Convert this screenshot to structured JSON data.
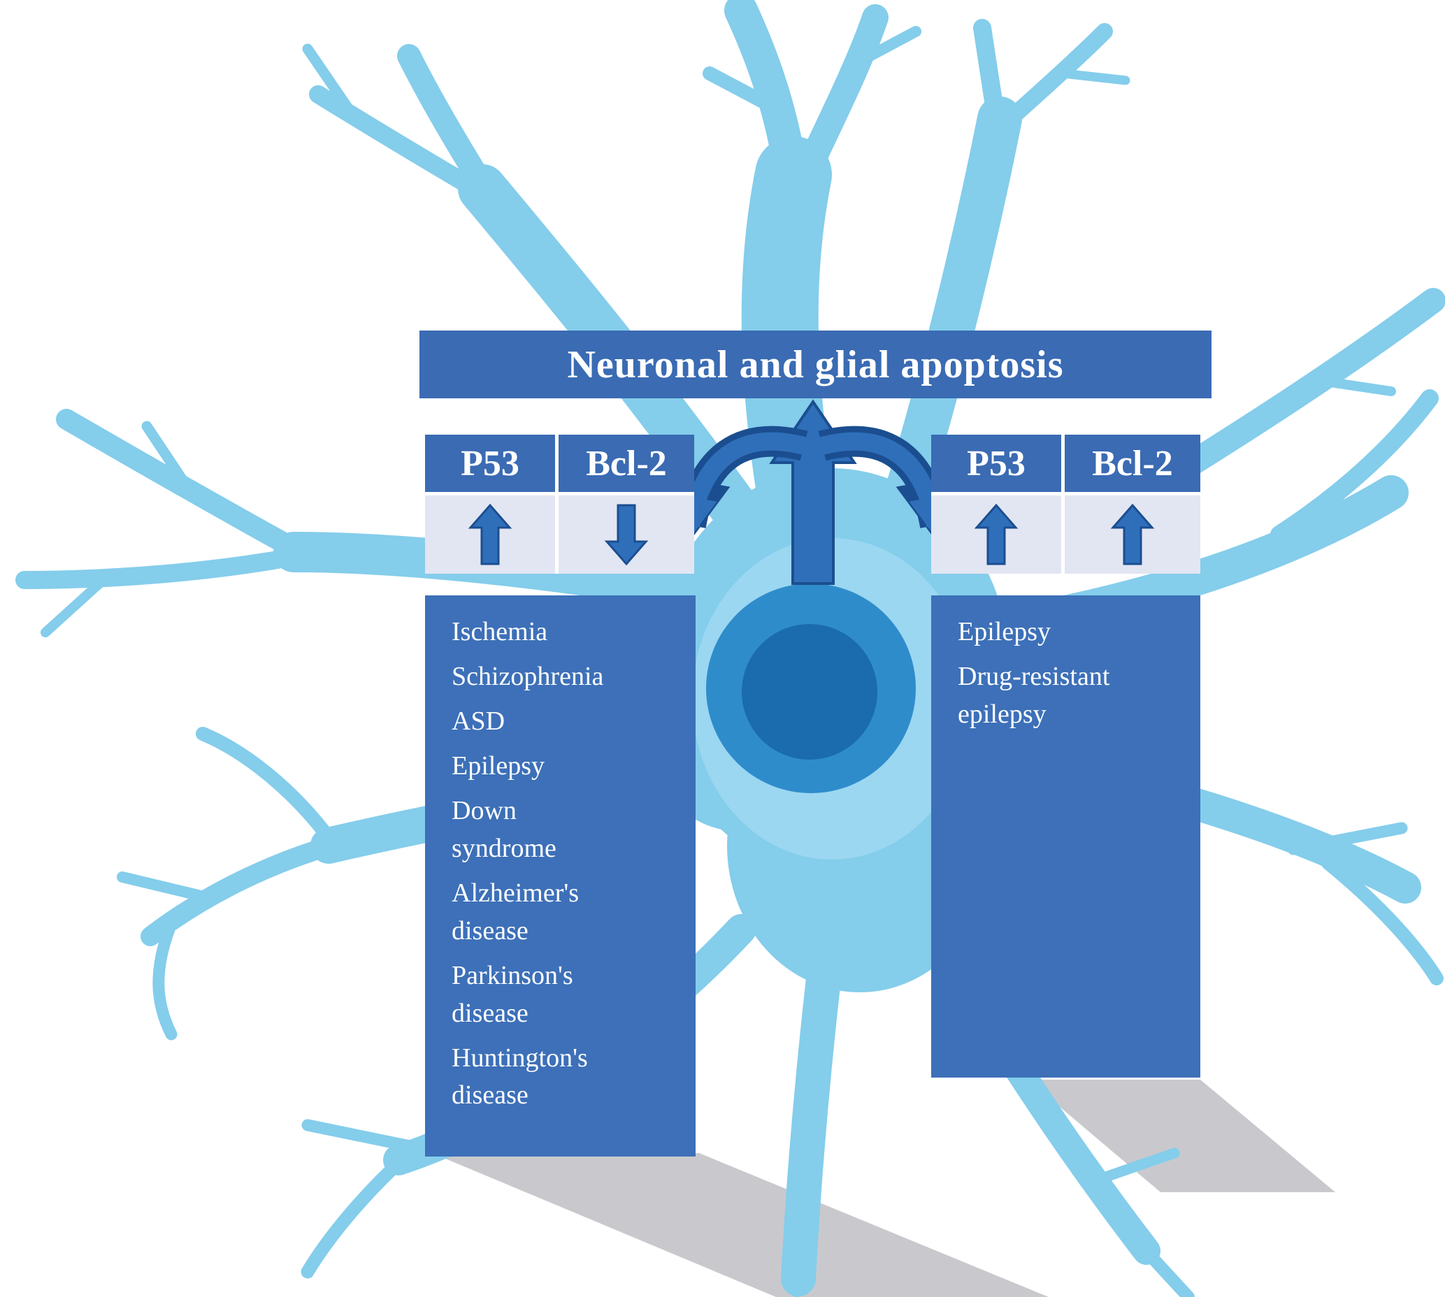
{
  "title": "Neuronal and glial apoptosis",
  "left_panel": {
    "markers": [
      {
        "label": "P53",
        "direction": "up"
      },
      {
        "label": "Bcl-2",
        "direction": "down"
      }
    ],
    "diseases": [
      "Ischemia",
      "Schizophrenia",
      "ASD",
      "Epilepsy",
      "Down syndrome",
      "Alzheimer's disease",
      "Parkinson's disease",
      "Huntington's disease"
    ]
  },
  "right_panel": {
    "markers": [
      {
        "label": "P53",
        "direction": "up"
      },
      {
        "label": "Bcl-2",
        "direction": "up"
      }
    ],
    "diseases": [
      "Epilepsy",
      "Drug-resistant epilepsy"
    ]
  },
  "colors": {
    "panel_blue": "#3a6bb3",
    "arrow_blue": "#2f6fba",
    "arrow_outline": "#1b4e90",
    "trend_cell_bg": "#e2e6f2",
    "neuron_light_blue": "#84cdeb",
    "soma_inner_blue": "#9bd7f1",
    "nucleus_ring_blue": "#2f8ccb",
    "nucleus_core_blue": "#1a6cae",
    "shadow_gray": "#c9c9cd"
  }
}
